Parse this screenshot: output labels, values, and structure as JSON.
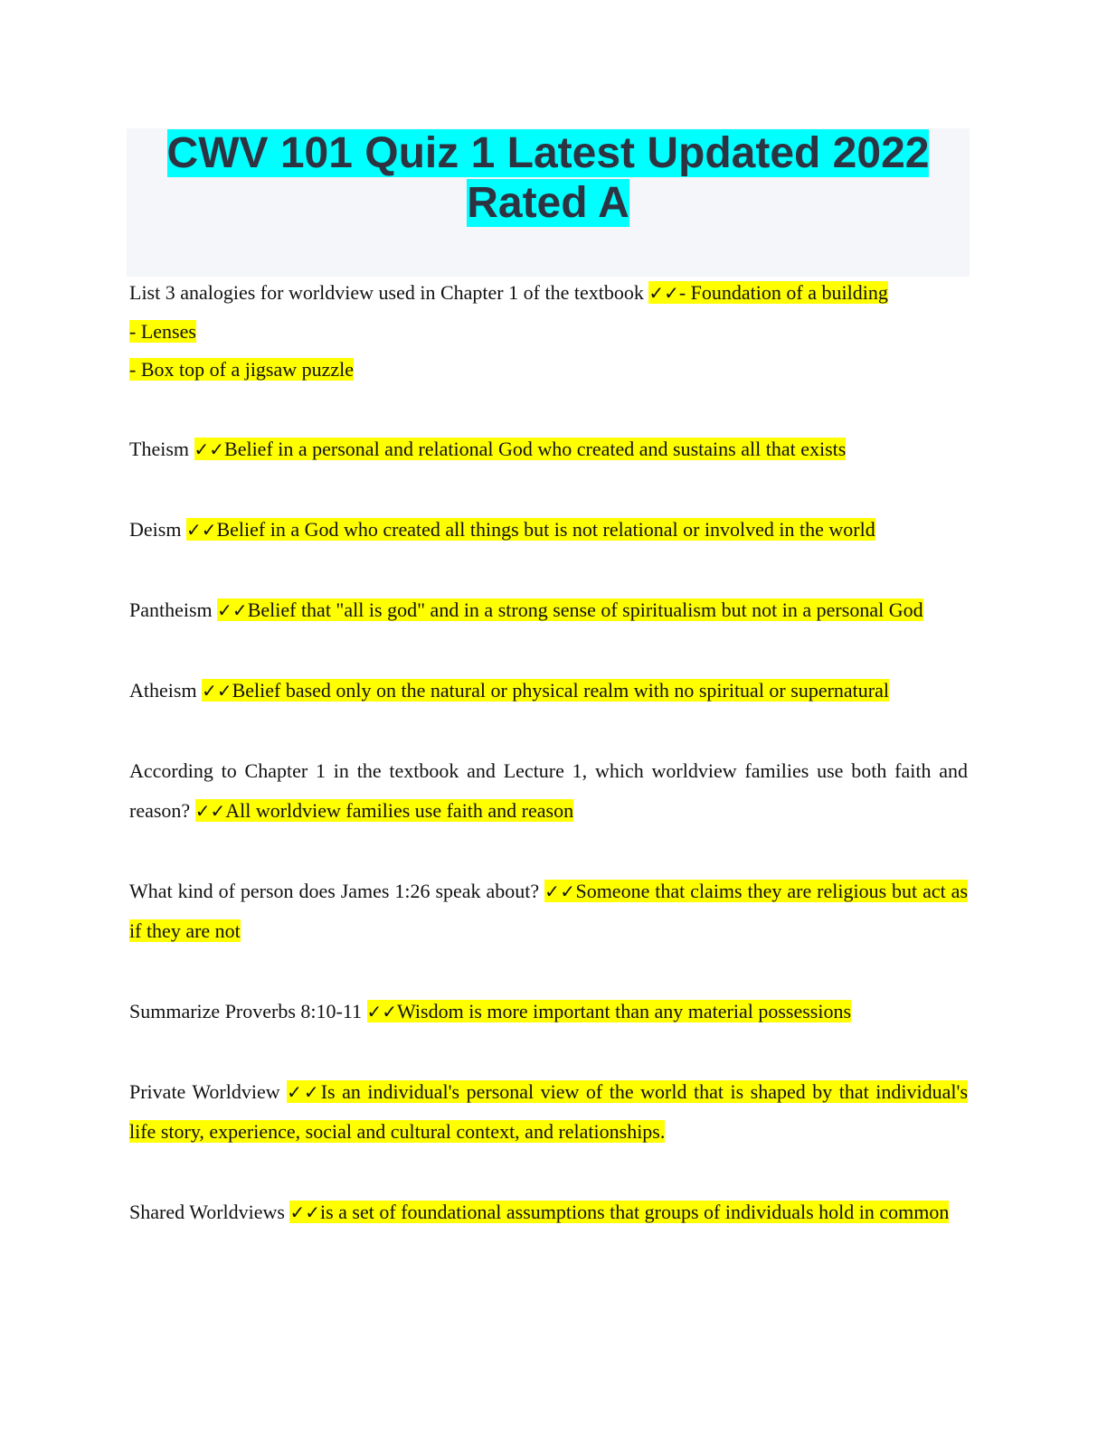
{
  "title": {
    "line1": "CWV 101 Quiz 1 Latest Updated 2022",
    "line2": "Rated A"
  },
  "check_icon": "✓✓",
  "colors": {
    "title_highlight": "#00ffff",
    "answer_highlight": "#ffff00",
    "title_text": "#2d3340",
    "title_bg": "#f5f6fa"
  },
  "items": [
    {
      "q": "List 3 analogies for worldview used in Chapter 1 of the textbook",
      "a": "- Foundation of a building",
      "extra": [
        "- Lenses",
        "- Box top of a jigsaw puzzle"
      ]
    },
    {
      "q": "Theism",
      "a": "Belief in a personal and relational God who created and sustains all that exists"
    },
    {
      "q": "Deism",
      "a": "Belief in a God who created all things but is not relational or involved in the world"
    },
    {
      "q": "Pantheism",
      "a": "Belief that \"all is god\" and in a strong sense of spiritualism but not in a personal God"
    },
    {
      "q": "Atheism",
      "a": "Belief based only on the natural or physical realm with no spiritual or supernatural"
    },
    {
      "q": "According to Chapter 1 in the textbook and Lecture 1, which worldview families use both faith and reason?",
      "a": "All worldview families use faith and reason"
    },
    {
      "q": "What kind of person does James 1:26 speak about?",
      "a": "Someone that claims they are religious but act as if they are not"
    },
    {
      "q": "Summarize Proverbs 8:10-11",
      "a": "Wisdom is more important than any material possessions"
    },
    {
      "q": "Private Worldview",
      "a": "Is an individual's personal view of the world that is shaped by that individual's life story, experience, social and cultural context, and relationships."
    },
    {
      "q": "Shared Worldviews",
      "a": "is a set of foundational assumptions that groups of individuals hold in common"
    }
  ]
}
